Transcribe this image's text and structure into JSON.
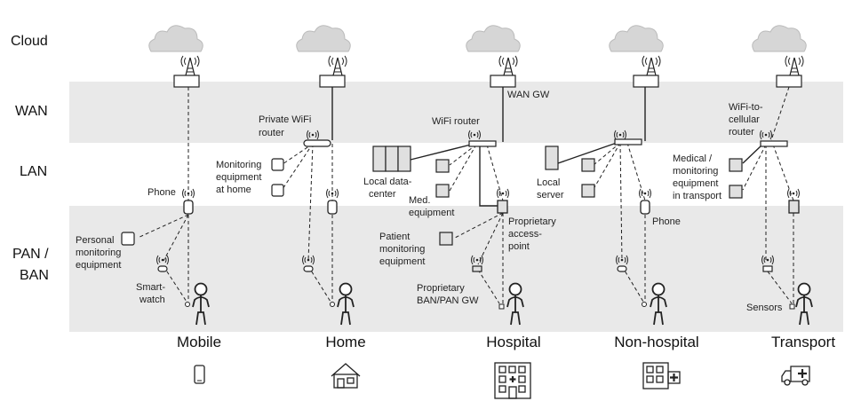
{
  "layers": [
    "Cloud",
    "WAN",
    "LAN",
    "PAN /",
    "BAN"
  ],
  "columns": [
    "Mobile",
    "Home",
    "Hospital",
    "Non-hospital",
    "Transport"
  ],
  "labels": {
    "phone_mobile": "Phone",
    "personal_1": "Personal",
    "personal_2": "monitoring",
    "personal_3": "equipment",
    "smart_1": "Smart-",
    "smart_2": "watch",
    "pw_1": "Private WiFi",
    "pw_2": "router",
    "me_1": "Monitoring",
    "me_2": "equipment",
    "me_3": "at home",
    "wifi_router": "WiFi router",
    "wan_gw": "WAN GW",
    "ldc_1": "Local data-",
    "ldc_2": "center",
    "med_1": "Med.",
    "med_2": "equipment",
    "pat_1": "Patient",
    "pat_2": "monitoring",
    "pat_3": "equipment",
    "prop_1": "Proprietary",
    "prop_2": "access-",
    "prop_3": "point",
    "gw_1": "Proprietary",
    "gw_2": "BAN/PAN GW",
    "ls_1": "Local",
    "ls_2": "server",
    "phone_nh": "Phone",
    "wc_1": "WiFi-to-",
    "wc_2": "cellular",
    "wc_3": "router",
    "mt_1": "Medical /",
    "mt_2": "monitoring",
    "mt_3": "equipment",
    "mt_4": "in transport",
    "sensors": "Sensors"
  },
  "colors": {
    "band": "#e9e9e9",
    "cloud": "#d6d6d6",
    "line": "#222222"
  },
  "icons": [
    "cloud-icon",
    "antenna-tower-icon",
    "router-icon",
    "phone-icon",
    "smartwatch-icon",
    "person-icon",
    "mobile-phone-icon",
    "house-icon",
    "hospital-icon",
    "clinic-icon",
    "ambulance-icon"
  ]
}
